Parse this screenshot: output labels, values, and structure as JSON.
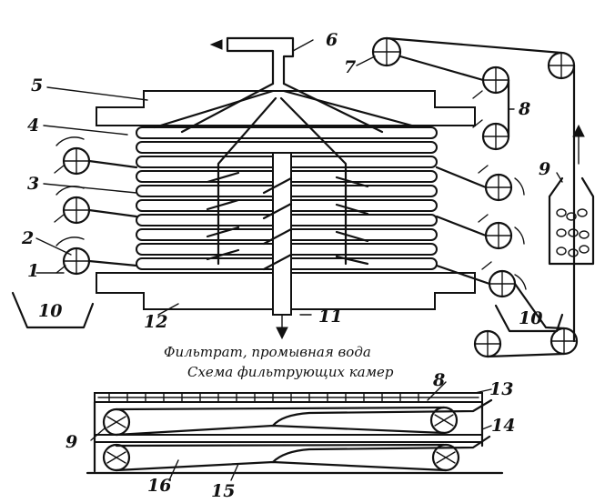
{
  "captions": {
    "filtrate": "Фильтрат, промывная вода",
    "scheme": "Схема фильтрующих камер"
  },
  "labels": {
    "l1": "1",
    "l2": "2",
    "l3": "3",
    "l4": "4",
    "l5": "5",
    "l6": "6",
    "l7": "7",
    "l8": "8",
    "l9": "9",
    "l10a": "10",
    "l10b": "10",
    "l11": "11",
    "l12": "12",
    "b8": "8",
    "b9": "9",
    "b13": "13",
    "b14": "14",
    "b15": "15",
    "b16": "16"
  },
  "colors": {
    "ink": "#111111",
    "paper": "#ffffff"
  }
}
